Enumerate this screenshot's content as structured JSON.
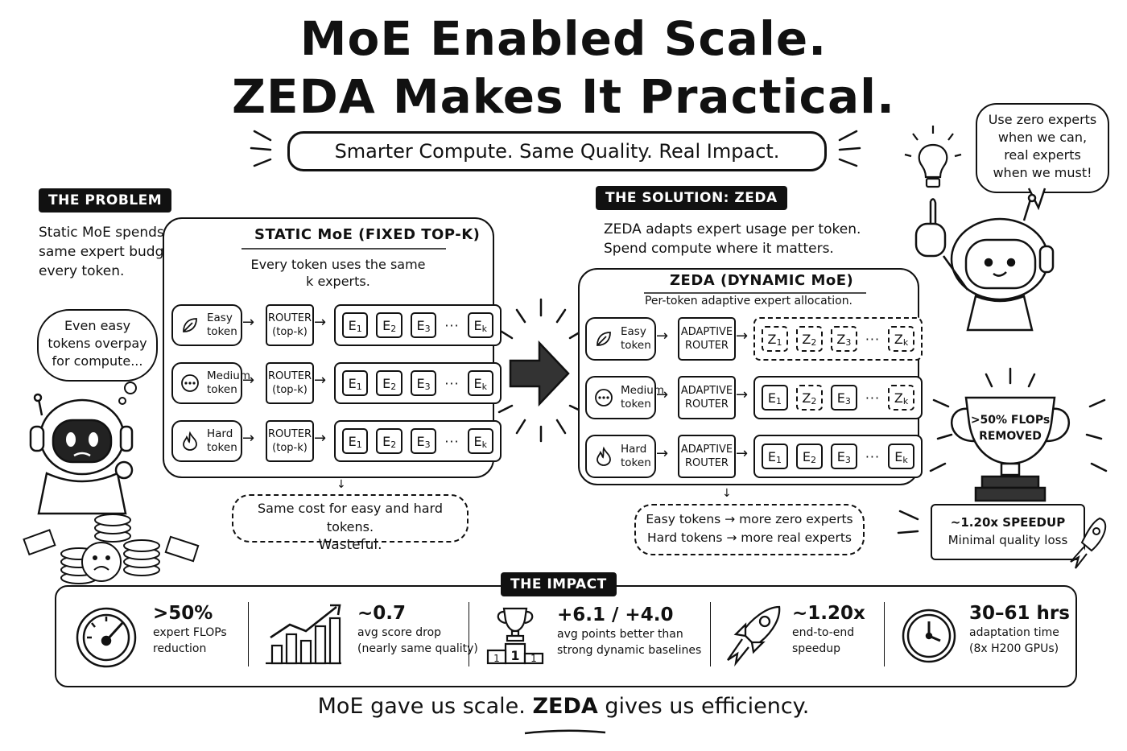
{
  "title": {
    "line1": "MoE Enabled Scale.",
    "line2": "ZEDA Makes It Practical."
  },
  "subtitle": "Smarter Compute. Same Quality. Real Impact.",
  "problem": {
    "tag": "THE PROBLEM",
    "desc": [
      "Static MoE spends the",
      "same expert budget on",
      "every token."
    ],
    "thought": [
      "Even easy",
      "tokens overpay",
      "for compute..."
    ]
  },
  "static_panel": {
    "title": "STATIC MoE (FIXED TOP-K)",
    "desc": [
      "Every token uses the same",
      "k experts."
    ],
    "rows": [
      {
        "token": [
          "Easy",
          "token"
        ],
        "icon": "leaf-icon",
        "router": [
          "ROUTER",
          "(top-k)"
        ],
        "experts": [
          "E1",
          "E2",
          "E3",
          "Ek"
        ]
      },
      {
        "token": [
          "Medium",
          "token"
        ],
        "icon": "dots-icon",
        "router": [
          "ROUTER",
          "(top-k)"
        ],
        "experts": [
          "E1",
          "E2",
          "E3",
          "Ek"
        ]
      },
      {
        "token": [
          "Hard",
          "token"
        ],
        "icon": "flame-icon",
        "router": [
          "ROUTER",
          "(top-k)"
        ],
        "experts": [
          "E1",
          "E2",
          "E3",
          "Ek"
        ]
      }
    ],
    "note": [
      "Same cost for easy and hard tokens.",
      "Wasteful."
    ]
  },
  "solution": {
    "tag": "THE SOLUTION: ZEDA",
    "desc": [
      "ZEDA adapts expert usage per token.",
      "Spend compute where it matters."
    ]
  },
  "zeda_panel": {
    "title": "ZEDA (DYNAMIC MoE)",
    "desc": "Per-token adaptive expert allocation.",
    "rows": [
      {
        "token": [
          "Easy",
          "token"
        ],
        "icon": "leaf-icon",
        "router": [
          "ADAPTIVE",
          "ROUTER"
        ],
        "experts": [
          {
            "label": "Z1",
            "zero": true
          },
          {
            "label": "Z2",
            "zero": true
          },
          {
            "label": "Z3",
            "zero": true
          },
          {
            "label": "Zk",
            "zero": true
          }
        ]
      },
      {
        "token": [
          "Medium",
          "token"
        ],
        "icon": "dots-icon",
        "router": [
          "ADAPTIVE",
          "ROUTER"
        ],
        "experts": [
          {
            "label": "E1",
            "zero": false
          },
          {
            "label": "Z2",
            "zero": true
          },
          {
            "label": "E3",
            "zero": false
          },
          {
            "label": "Zk",
            "zero": true
          }
        ]
      },
      {
        "token": [
          "Hard",
          "token"
        ],
        "icon": "flame-icon",
        "router": [
          "ADAPTIVE",
          "ROUTER"
        ],
        "experts": [
          {
            "label": "E1",
            "zero": false
          },
          {
            "label": "E2",
            "zero": false
          },
          {
            "label": "E3",
            "zero": false
          },
          {
            "label": "Ek",
            "zero": false
          }
        ]
      }
    ],
    "note": [
      "Easy tokens → more zero experts",
      "Hard tokens → more real experts"
    ]
  },
  "robot_speech": [
    "Use zero experts",
    "when we can,",
    "real experts",
    "when we must!"
  ],
  "trophy": {
    "lines": [
      ">50% FLOPs",
      "REMOVED"
    ]
  },
  "speedup_box": [
    "~1.20x SPEEDUP",
    "Minimal quality loss"
  ],
  "impact": {
    "tag": "THE IMPACT",
    "stats": [
      {
        "icon": "gauge-icon",
        "big": ">50%",
        "small": [
          "expert FLOPs",
          "reduction"
        ]
      },
      {
        "icon": "bar-chart-icon",
        "big": "~0.7",
        "small": [
          "avg score drop",
          "(nearly same quality)"
        ]
      },
      {
        "icon": "podium-trophy-icon",
        "big": "+6.1 / +4.0",
        "small": [
          "avg points better than",
          "strong dynamic baselines"
        ]
      },
      {
        "icon": "rocket-icon",
        "big": "~1.20x",
        "small": [
          "end-to-end",
          "speedup"
        ]
      },
      {
        "icon": "clock-icon",
        "big": "30–61 hrs",
        "small": [
          "adaptation time",
          "(8x H200 GPUs)"
        ]
      }
    ]
  },
  "footer": {
    "pre": "MoE gave us scale.",
    "zeda": "ZEDA",
    "post": "gives us efficiency."
  }
}
